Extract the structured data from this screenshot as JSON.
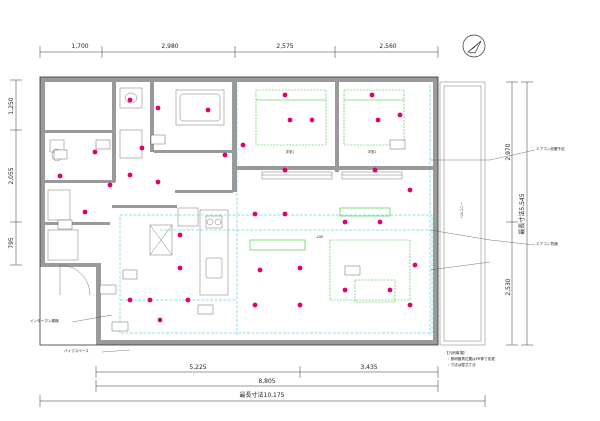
{
  "dimensions": {
    "top": [
      "1,700",
      "2,980",
      "2,575",
      "2,560"
    ],
    "bottom_sub": [
      "5,225",
      "3,435"
    ],
    "bottom_mid": "8,805",
    "bottom_total": "最長寸法10,175",
    "left": [
      "1,250",
      "2,055",
      "795"
    ],
    "right": [
      "2,970",
      "2,530"
    ],
    "right_total": "最長寸法5,545"
  },
  "rooms": {
    "bedroom1": "洋室1",
    "bedroom2": "洋室2",
    "ldk": "LDK",
    "balcony": "バルコニー"
  },
  "callouts": {
    "aircon_planned": "エアコン設置予定",
    "aircon_sleeve": "エアコン貫通",
    "intercom": "インターホン親機",
    "pipe_space": "パイプスペース"
  },
  "notes": {
    "legend_title": "【凡例事項】",
    "legend_line1": "・照明器具位置はPR等で変更",
    "legend_line2": "・寸法は壁芯寸法"
  },
  "icons": {
    "north": "north-arrow-icon"
  },
  "colors": {
    "lighting": "#e0006f",
    "furniture": "#31c431",
    "ceiling": "#19c6d8"
  }
}
